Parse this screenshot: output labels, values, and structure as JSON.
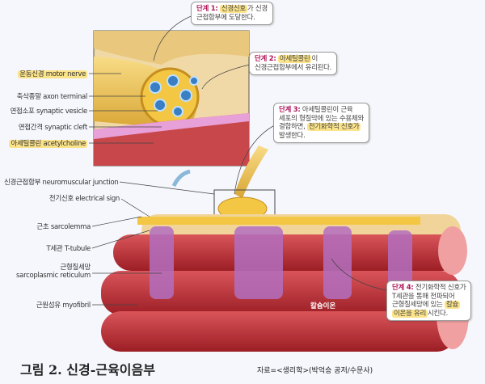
{
  "labels": {
    "motor_nerve": "운동신경 motor nerve",
    "axon_terminal": "축삭종말 axon terminal",
    "synaptic_vesicle": "연접소포 synaptic vesicle",
    "synaptic_cleft": "연접간격 synaptic cleft",
    "acetylcholine": "아세틸콜린 acetylcholine",
    "neuromuscular_junction": "신경근접합부 neuromuscular junction",
    "electrical_sign": "전기신호 electrical sign",
    "sarcolemma": "근초 sarcolemma",
    "t_tubule": "T세관 T-tubule",
    "sr_ko": "근형질세망",
    "sr_en": "sarcoplasmic reticulum",
    "myofibril": "근원섬유 myofibril",
    "calcium_ion": "칼슘이온"
  },
  "steps": [
    {
      "title": "단계 1:",
      "highlight": "신경신호",
      "text1": "가 신경",
      "text2": "근접합부에 도달한다."
    },
    {
      "title": "단계 2:",
      "highlight": "아세틸콜린",
      "text1": "이",
      "text2": "신경근접합부에서 유리된다."
    },
    {
      "title": "단계 3:",
      "text1": "아세틸콜린이 근육",
      "text2": "세포의 형질막에 있는 수용체와",
      "text3": "결합하면,",
      "highlight": "전기화학적 신호가",
      "text4": "발생한다."
    },
    {
      "title": "단계 4:",
      "text1": "전기화학적 신호가",
      "text2": "T세관을 통해 전파되어",
      "text3": "근형질세망에 있는",
      "highlight": "칼슘",
      "highlight2": "이온을 유리",
      "text4": "시킨다."
    }
  ],
  "caption": "그림 2. 신경-근육이음부",
  "source": "자료=<생리학>(박억승 공저/수문사)"
}
